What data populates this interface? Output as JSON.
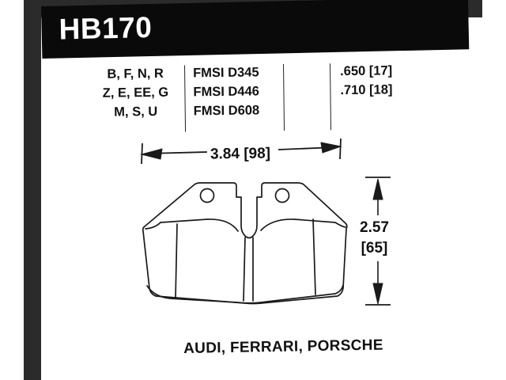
{
  "banner": {
    "part_number": "HB170"
  },
  "spec_table": {
    "compound_codes": [
      "B, F, N, R",
      "Z, E, EE, G",
      "M, S, U"
    ],
    "fmsi_numbers": [
      "FMSI D345",
      "FMSI D446",
      "FMSI D608"
    ],
    "thickness": [
      ".650 [17]",
      ".710 [18]"
    ]
  },
  "dimensions": {
    "width_label": "3.84 [98]",
    "height_label_inch": "2.57",
    "height_label_mm": "[65]"
  },
  "caption": {
    "vehicle_makes": "AUDI, FERRARI, PORSCHE"
  },
  "colors": {
    "banner_background": "#0a0a0a",
    "banner_text": "#ffffff",
    "page_border": "#2b2b2b",
    "line_color": "#222222",
    "sheet_background": "#ffffff"
  }
}
